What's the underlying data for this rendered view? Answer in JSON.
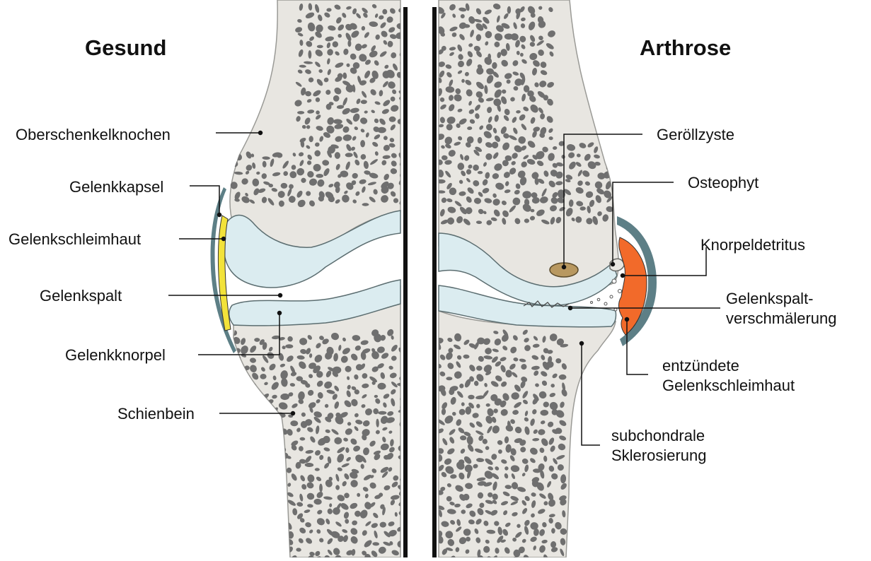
{
  "titles": {
    "left": "Gesund",
    "right": "Arthrose"
  },
  "left_labels": {
    "femur": "Oberschenkelknochen",
    "capsule": "Gelenkkapsel",
    "synovium": "Gelenkschleimhaut",
    "joint_space": "Gelenkspalt",
    "cartilage": "Gelenkknorpel",
    "tibia": "Schienbein"
  },
  "right_labels": {
    "cyst": "Geröllzyste",
    "osteophyte": "Osteophyt",
    "debris": "Knorpeldetritus",
    "narrowing_1": "Gelenkspalt-",
    "narrowing_2": "verschmälerung",
    "inflamed_1": "entzündete",
    "inflamed_2": "Gelenkschleimhaut",
    "sclerosis_1": "subchondrale",
    "sclerosis_2": "Sklerosierung"
  },
  "colors": {
    "bone": "#e8e6e1",
    "bone_outline": "#9a9a96",
    "trabecula": "#6f6f6f",
    "cartilage": "#dbecf0",
    "capsule": "#5d7f86",
    "synovium_healthy": "#f2e23a",
    "synovium_inflamed": "#f26a2a",
    "cyst": "#b89860",
    "divider": "#111111"
  }
}
